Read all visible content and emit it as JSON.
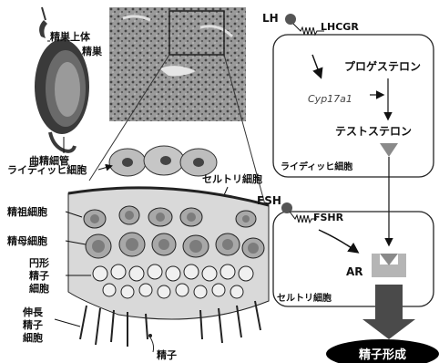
{
  "left": {
    "testis_labels": {
      "epididymis": "精巣上体",
      "testis": "精巣",
      "seminiferous_tubule": "曲精細管"
    },
    "leydig_label": "ライディッヒ細胞",
    "sertoli_label": "セルトリ細胞",
    "spermatogonia": "精祖細胞",
    "spermatocyte": "精母細胞",
    "round_spermatid": [
      "円形",
      "精子",
      "細胞"
    ],
    "elongated_spermatid": [
      "伸長",
      "精子",
      "細胞"
    ],
    "sperm": "精子"
  },
  "right": {
    "leydig_box": {
      "lh": "LH",
      "receptor": "LHCGR",
      "progesterone": "プロゲステロン",
      "gene": "Cyp17a1",
      "testosterone": "テストステロン",
      "cell_label": "ライディッヒ細胞"
    },
    "sertoli_box": {
      "fsh": "FSH",
      "receptor": "FSHR",
      "ar": "AR",
      "cell_label": "セルトリ細胞"
    },
    "output": "精子形成"
  },
  "colors": {
    "hormone_ball": "#555555",
    "testosterone_triangle": "#8a8a8a",
    "ar_block": "#b5b5b5",
    "big_arrow": "#4a4a4a",
    "output_oval": "#000000"
  }
}
